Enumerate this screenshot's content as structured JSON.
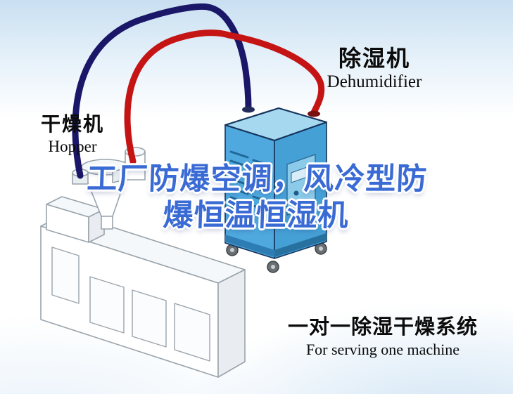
{
  "labels": {
    "dehumidifier_zh": "除湿机",
    "dehumidifier_en": "Dehumidifier",
    "hopper_zh": "干燥机",
    "hopper_en": "Hopper",
    "title_line1": "工厂防爆空调，风冷型防",
    "title_line2": "爆恒温恒湿机",
    "system_zh": "一对一除湿干燥系统",
    "system_en": "For serving one machine"
  },
  "colors": {
    "title_blue": "#3a6bd4",
    "pipe_red": "#c51414",
    "pipe_navy": "#1a1668",
    "machine_front": "#4fa9de",
    "machine_top": "#a6d8f0",
    "machine_side": "#45a0d6",
    "machine_trim": "#15335c",
    "sky": "#c9dff1",
    "line_gray": "#9aa4ac"
  }
}
